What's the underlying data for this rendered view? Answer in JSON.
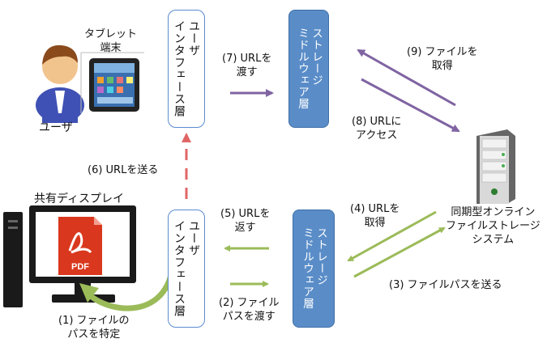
{
  "colors": {
    "green": "#9bbb59",
    "purple": "#8064a2",
    "red": "#e06666",
    "ui_border": "#5b8bd0",
    "middleware_fill": "#5a8dc8"
  },
  "actors": {
    "user_label": "ユーザ",
    "tablet_label": "タブレット\n端末",
    "display_label": "共有ディスプレイ",
    "storage_label": "同期型オンライン\nファイルストレージ\nシステム",
    "pdf_text": "PDF"
  },
  "boxes": {
    "ui_top": "ユーザ\nインタフェース層",
    "middleware_top": "ストレージ\nミドルウェア層",
    "ui_bottom": "ユーザ\nインタフェース層",
    "middleware_bottom": "ストレージ\nミドルウェア層"
  },
  "steps": {
    "s1": "(1) ファイルの\nパスを特定",
    "s2": "(2) ファイル\nパスを渡す",
    "s3": "(3) ファイルパスを送る",
    "s4": "(4) URLを\n取得",
    "s5": "(5) URLを\n返す",
    "s6": "(6) URLを送る",
    "s7": "(7) URLを\n渡す",
    "s8": "(8) URLに\nアクセス",
    "s9": "(9) ファイルを\n取得"
  }
}
